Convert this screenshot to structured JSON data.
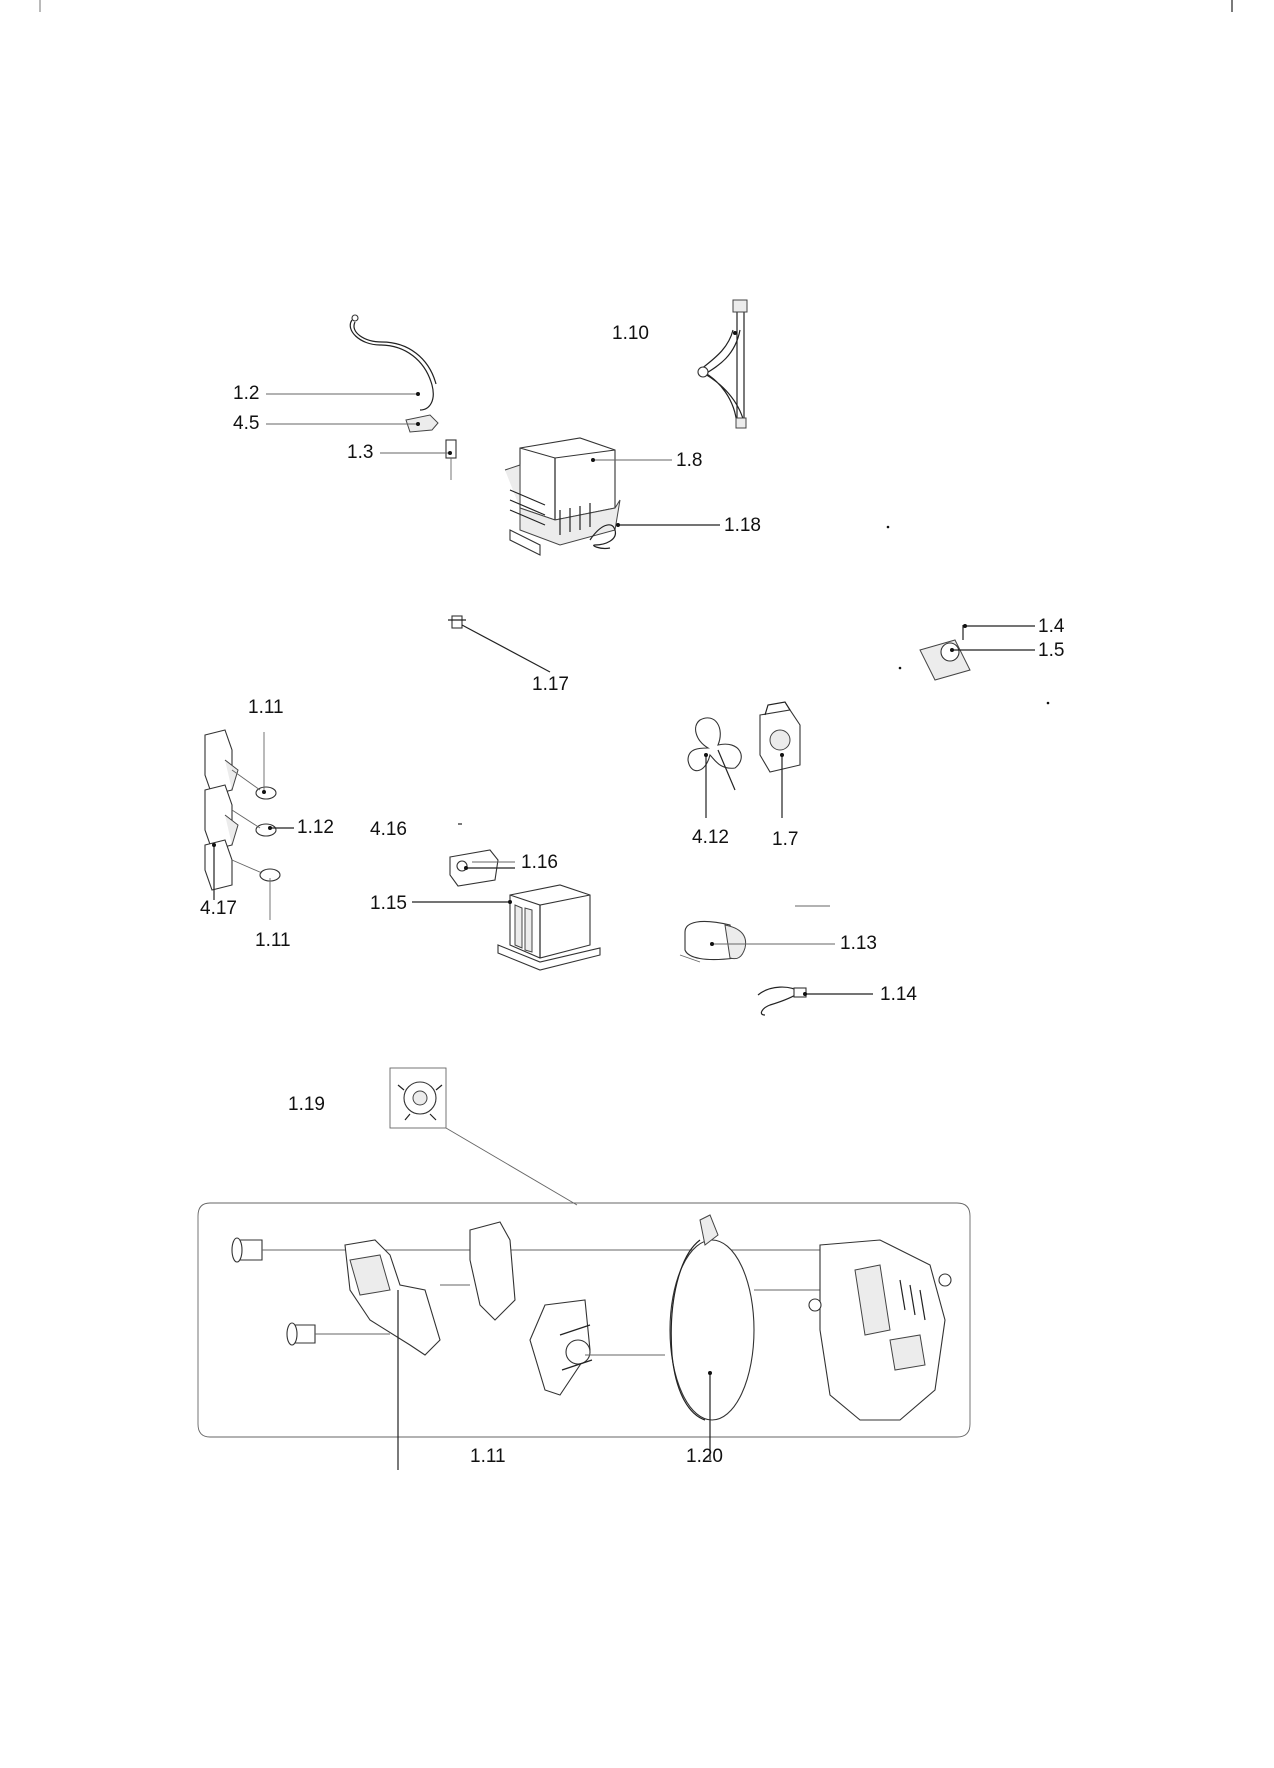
{
  "labels": {
    "l_1_2": "1.2",
    "l_4_5": "4.5",
    "l_1_3": "1.3",
    "l_1_10": "1.10",
    "l_1_8": "1.8",
    "l_1_18": "1.18",
    "l_1_4": "1.4",
    "l_1_5": "1.5",
    "l_1_17": "1.17",
    "l_1_11_top": "1.11",
    "l_1_12": "1.12",
    "l_4_17": "4.17",
    "l_1_11_mid": "1.11",
    "l_4_16": "4.16",
    "l_1_16": "1.16",
    "l_1_15": "1.15",
    "l_4_12": "4.12",
    "l_1_7": "1.7",
    "l_1_13": "1.13",
    "l_1_14": "1.14",
    "l_1_19": "1.19",
    "l_1_11_bottom": "1.11",
    "l_1_20": "1.20"
  },
  "parts": [
    {
      "id": "1.2",
      "icon": "wire-harness-icon"
    },
    {
      "id": "4.5",
      "icon": "clip-icon"
    },
    {
      "id": "1.3",
      "icon": "screw-icon"
    },
    {
      "id": "1.10",
      "icon": "cable-icon"
    },
    {
      "id": "1.8",
      "icon": "magnetron-icon"
    },
    {
      "id": "1.18",
      "icon": "wire-icon"
    },
    {
      "id": "1.4",
      "icon": "screw-icon"
    },
    {
      "id": "1.5",
      "icon": "lamp-icon"
    },
    {
      "id": "1.17",
      "icon": "screw-icon"
    },
    {
      "id": "1.11",
      "icon": "switch-icon"
    },
    {
      "id": "1.12",
      "icon": "switch-icon"
    },
    {
      "id": "4.17",
      "icon": "bracket-icon"
    },
    {
      "id": "4.16",
      "icon": "screw-icon"
    },
    {
      "id": "1.16",
      "icon": "fuse-holder-icon"
    },
    {
      "id": "1.15",
      "icon": "transformer-icon"
    },
    {
      "id": "4.12",
      "icon": "fan-blade-icon"
    },
    {
      "id": "1.7",
      "icon": "fan-motor-icon"
    },
    {
      "id": "1.13",
      "icon": "capacitor-icon"
    },
    {
      "id": "1.14",
      "icon": "diode-icon"
    },
    {
      "id": "1.19",
      "icon": "timer-icon"
    },
    {
      "id": "1.20",
      "icon": "timer-assembly-icon"
    }
  ],
  "colors": {
    "line": "#222222",
    "background": "#ffffff",
    "fill": "#ececec"
  }
}
